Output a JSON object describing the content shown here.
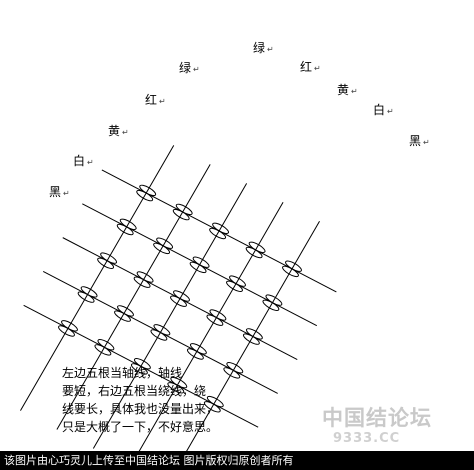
{
  "left_labels": [
    "黑",
    "白",
    "黄",
    "红",
    "绿"
  ],
  "right_labels": [
    "绿",
    "红",
    "黄",
    "白",
    "黑"
  ],
  "arrow_glyph": "↵",
  "caption_lines": [
    "左边五根当轴线，轴线",
    "要短，右边五根当绕线，绕",
    "线要长，具体我也没量出来，",
    "只是大概了一下，不好意思。"
  ],
  "watermark": {
    "logo": "中国结论坛",
    "url": "9333.CC"
  },
  "footer": "该图片由心巧灵儿上传至中国结论坛 图片版权归原创者所有",
  "colors": {
    "line": "#000000",
    "background": "#ffffff",
    "footer_bg": "#000000",
    "footer_text": "#ffffff",
    "watermark": "#c9c9c9"
  }
}
